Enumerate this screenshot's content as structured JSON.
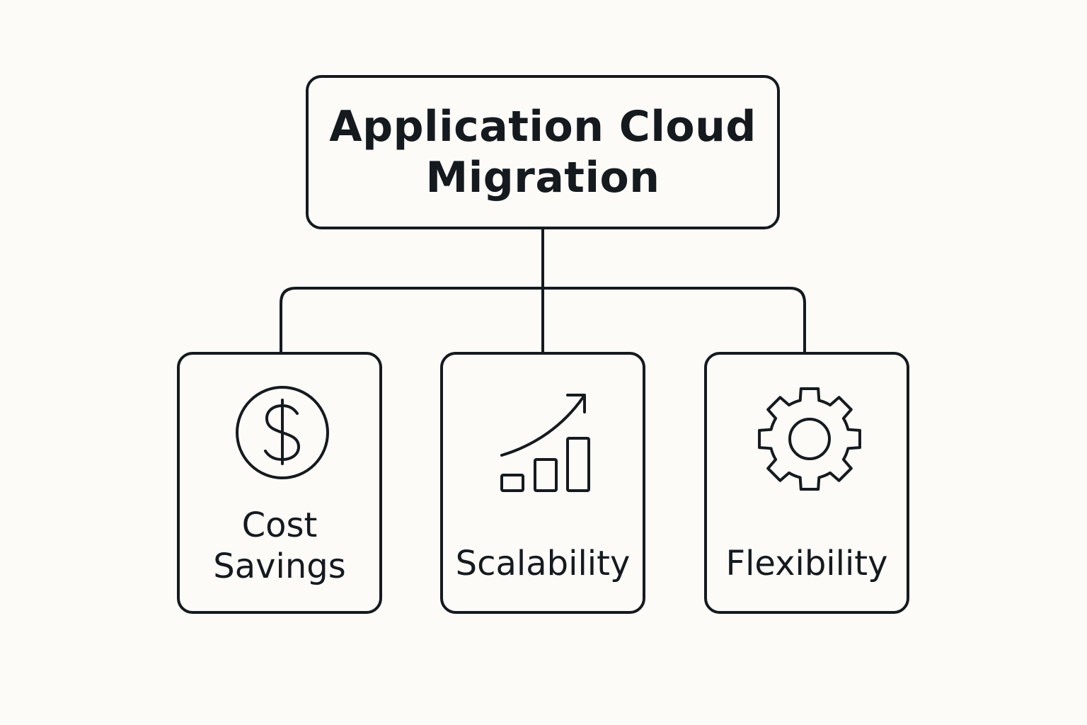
{
  "root": {
    "title_line1": "Application Cloud",
    "title_line2": "Migration"
  },
  "children": [
    {
      "label_line1": "Cost",
      "label_line2": "Savings",
      "icon": "dollar-circle-icon"
    },
    {
      "label_line1": "Scalability",
      "icon": "growth-chart-icon"
    },
    {
      "label_line1": "Flexibility",
      "icon": "gear-icon"
    }
  ],
  "colors": {
    "stroke": "#151a1f",
    "background": "#fcfbf8"
  }
}
